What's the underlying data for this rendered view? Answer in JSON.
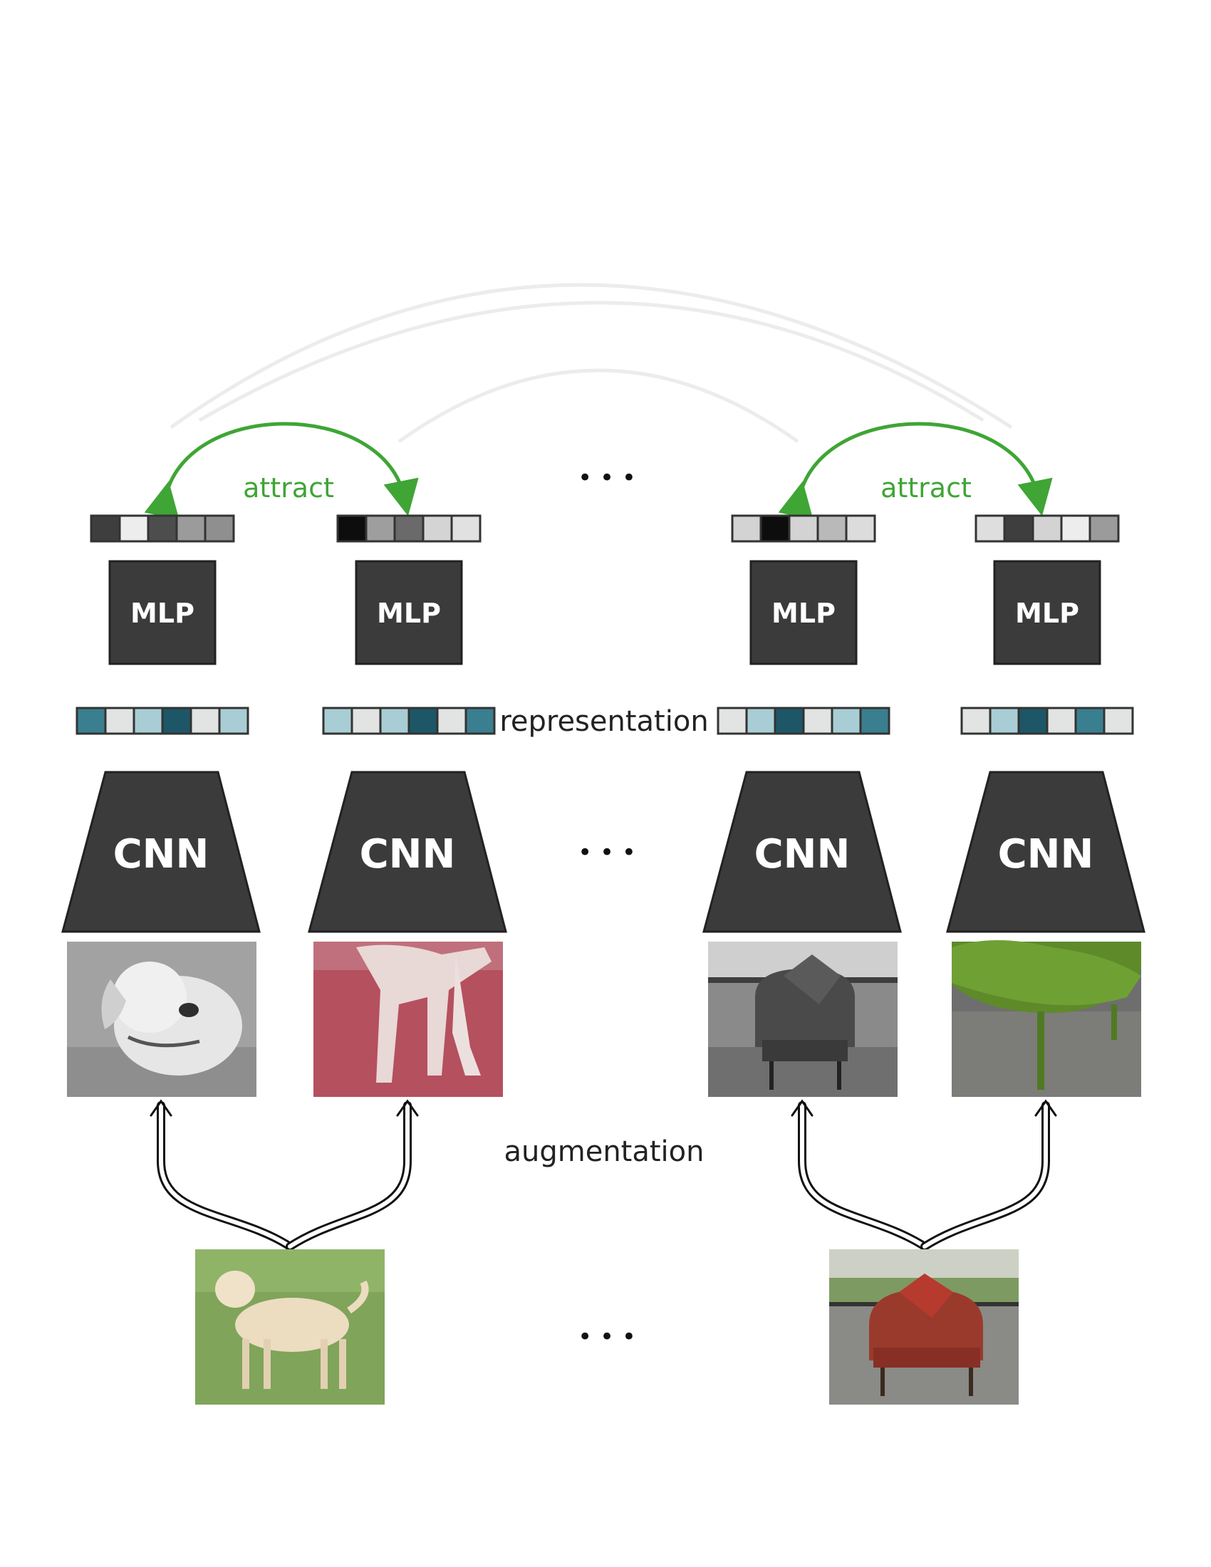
{
  "labels": {
    "attract": "attract",
    "mlp": "MLP",
    "cnn": "CNN",
    "representation": "representation",
    "augmentation": "augmentation",
    "ellipsis": "• • •"
  },
  "colors": {
    "block": "#3b3b3b",
    "block_text": "#ffffff",
    "attract": "#3fa535",
    "faint": "#e4e4e4",
    "label": "#222222"
  },
  "columns": [
    {
      "projection_cells": [
        "#3e3e3e",
        "#ededed",
        "#4d4d4d",
        "#9b9b9b",
        "#8f8f8f"
      ],
      "representation_cells": [
        "#3a7f8f",
        "#e2e4e4",
        "#a9cdd4",
        "#1d5767",
        "#e2e4e4",
        "#a9cdd4"
      ],
      "view": "grayscale-dog"
    },
    {
      "projection_cells": [
        "#0d0d0d",
        "#9e9e9e",
        "#6a6a6a",
        "#d4d4d4",
        "#e1e1e1"
      ],
      "representation_cells": [
        "#a9cdd4",
        "#e2e4e4",
        "#a9cdd4",
        "#1d5767",
        "#e2e4e4",
        "#3a7f8f"
      ],
      "view": "cropped-red-dog-legs"
    },
    {
      "projection_cells": [
        "#d3d3d3",
        "#0d0d0d",
        "#d3d3d3",
        "#b9b9b9",
        "#dcdcdc"
      ],
      "representation_cells": [
        "#e2e4e4",
        "#a9cdd4",
        "#1d5767",
        "#e2e4e4",
        "#a9cdd4",
        "#3a7f8f"
      ],
      "view": "grayscale-chair"
    },
    {
      "projection_cells": [
        "#dedede",
        "#3e3e3e",
        "#d3d3d3",
        "#ededed",
        "#9b9b9b"
      ],
      "representation_cells": [
        "#e2e4e4",
        "#a9cdd4",
        "#1d5767",
        "#e2e4e4",
        "#3a7f8f",
        "#e2e4e4"
      ],
      "view": "cropped-green-chair"
    }
  ],
  "originals": [
    "dog-photo",
    "red-armchair-photo"
  ]
}
